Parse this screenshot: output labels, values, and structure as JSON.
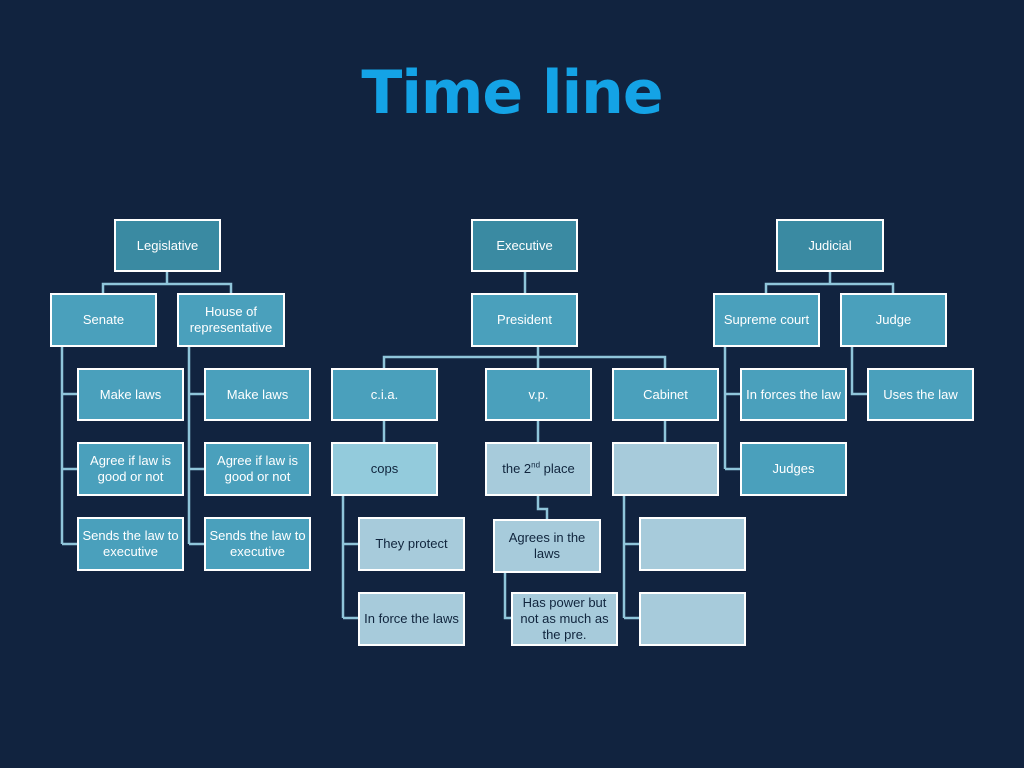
{
  "title": "Time line",
  "colors": {
    "background": "#11233f",
    "title": "#14a3e6",
    "connector": "#8fc5da",
    "box_dark": "#3a8aa2",
    "box_medium": "#4aa0bc",
    "box_light": "#93cbdc",
    "box_pale": "#a7cbdb"
  },
  "legislative": {
    "root": "Legislative",
    "senate": {
      "label": "Senate",
      "items": [
        "Make laws",
        "Agree if law is good or not",
        "Sends the law to executive"
      ]
    },
    "house": {
      "label": "House of representative",
      "items": [
        "Make laws",
        "Agree if law is good or not",
        "Sends the law to executive"
      ]
    }
  },
  "executive": {
    "root": "Executive",
    "president": "President",
    "cia": {
      "label": "c.i.a.",
      "child": "cops",
      "items": [
        "They protect",
        "In force the laws"
      ]
    },
    "vp": {
      "label": "v.p.",
      "child_prefix": "the 2",
      "child_sup": "nd",
      "child_suffix": " place",
      "agrees": "Agrees in the laws",
      "power": "Has power but not as much as the pre."
    },
    "cabinet": {
      "label": "Cabinet",
      "child": "",
      "items": [
        "",
        ""
      ]
    }
  },
  "judicial": {
    "root": "Judicial",
    "supreme": {
      "label": "Supreme court",
      "items": [
        "In forces the law",
        "Judges"
      ]
    },
    "judge": {
      "label": "Judge",
      "items": [
        "Uses the law"
      ]
    }
  }
}
